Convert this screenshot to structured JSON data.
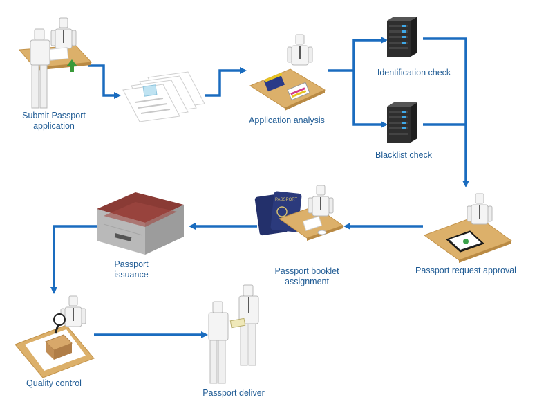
{
  "labels": {
    "submit_line1": "Submit Passport",
    "submit_line2": "application",
    "analysis": "Application analysis",
    "identification": "Identification check",
    "blacklist": "Blacklist check",
    "approval": "Passport request approval",
    "booklet_line1": "Passport booklet",
    "booklet_line2": "assignment",
    "issuance_line1": "Passport",
    "issuance_line2": "issuance",
    "quality": "Quality control",
    "deliver": "Passport deliver"
  },
  "passport_text": "PASSPORT",
  "colors": {
    "arrow": "#1a6cbf",
    "label": "#1f5b94",
    "desk": "#dcb06a",
    "server": "#2e2e2e",
    "server_light": "#3fa9e8",
    "passport_cover": "#23306b",
    "printer_top": "#8a3b35"
  }
}
